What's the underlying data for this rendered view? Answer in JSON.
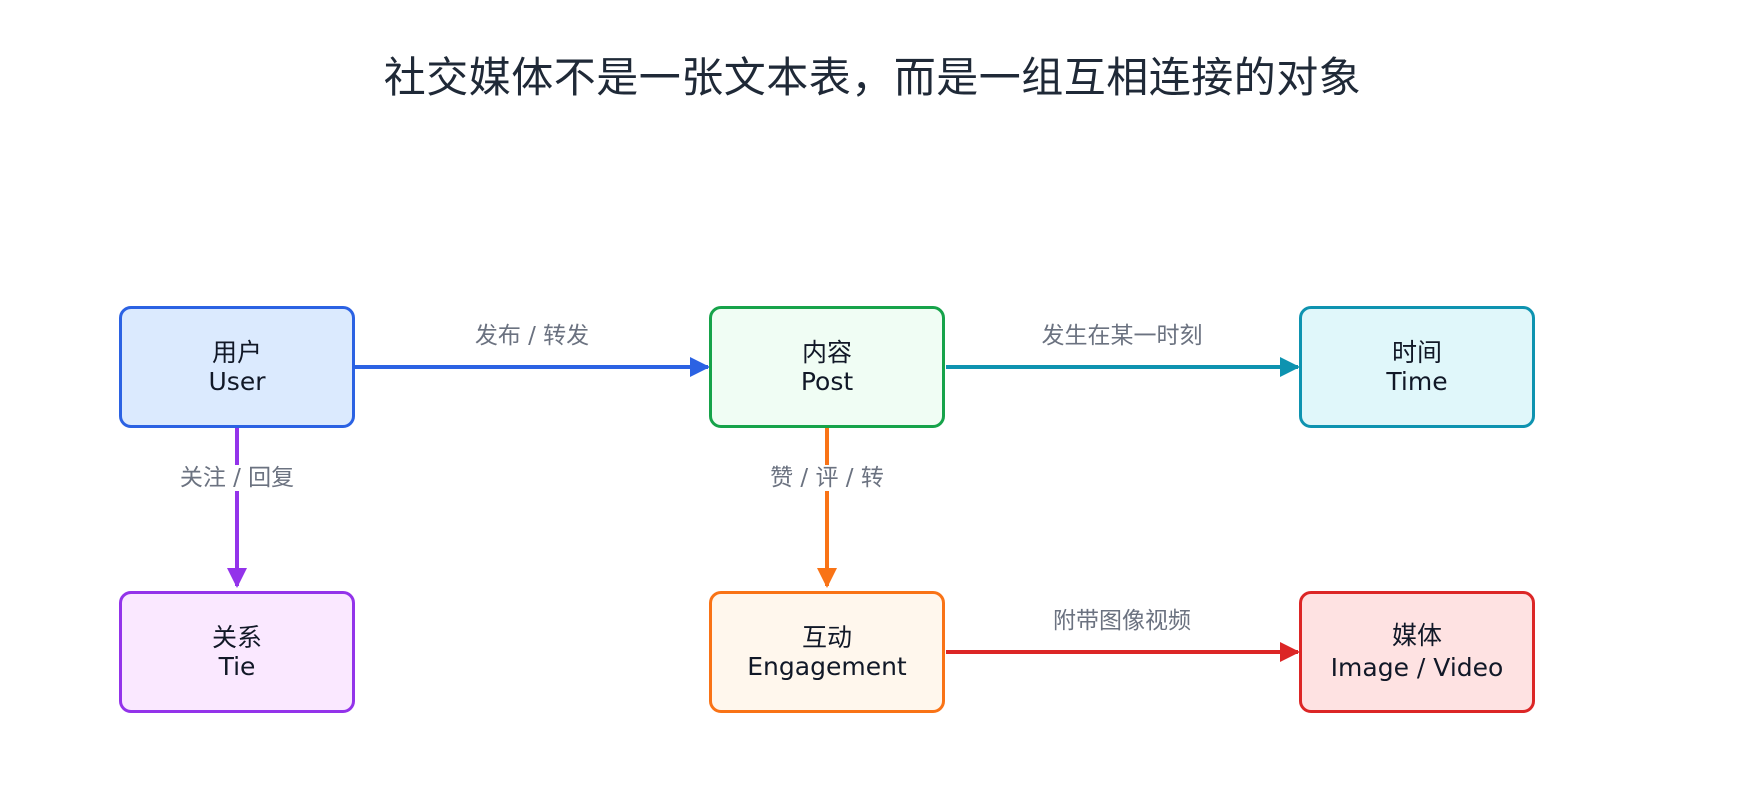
{
  "title": "社交媒体不是一张文本表，而是一组互相连接的对象",
  "colors": {
    "blue": "#2b62e3",
    "green": "#16a34a",
    "teal": "#0e93b0",
    "purple": "#9333ea",
    "orange": "#f97316",
    "red": "#dc2626"
  },
  "nodes": {
    "user": {
      "zh": "用户",
      "en": "User"
    },
    "post": {
      "zh": "内容",
      "en": "Post"
    },
    "time": {
      "zh": "时间",
      "en": "Time"
    },
    "tie": {
      "zh": "关系",
      "en": "Tie"
    },
    "engagement": {
      "zh": "互动",
      "en": "Engagement"
    },
    "media": {
      "zh": "媒体",
      "en": "Image / Video"
    }
  },
  "edges": {
    "user_post": "发布 / 转发",
    "post_time": "发生在某一时刻",
    "user_tie": "关注 / 回复",
    "post_engagement": "赞 / 评 / 转",
    "engagement_media": "附带图像视频"
  }
}
